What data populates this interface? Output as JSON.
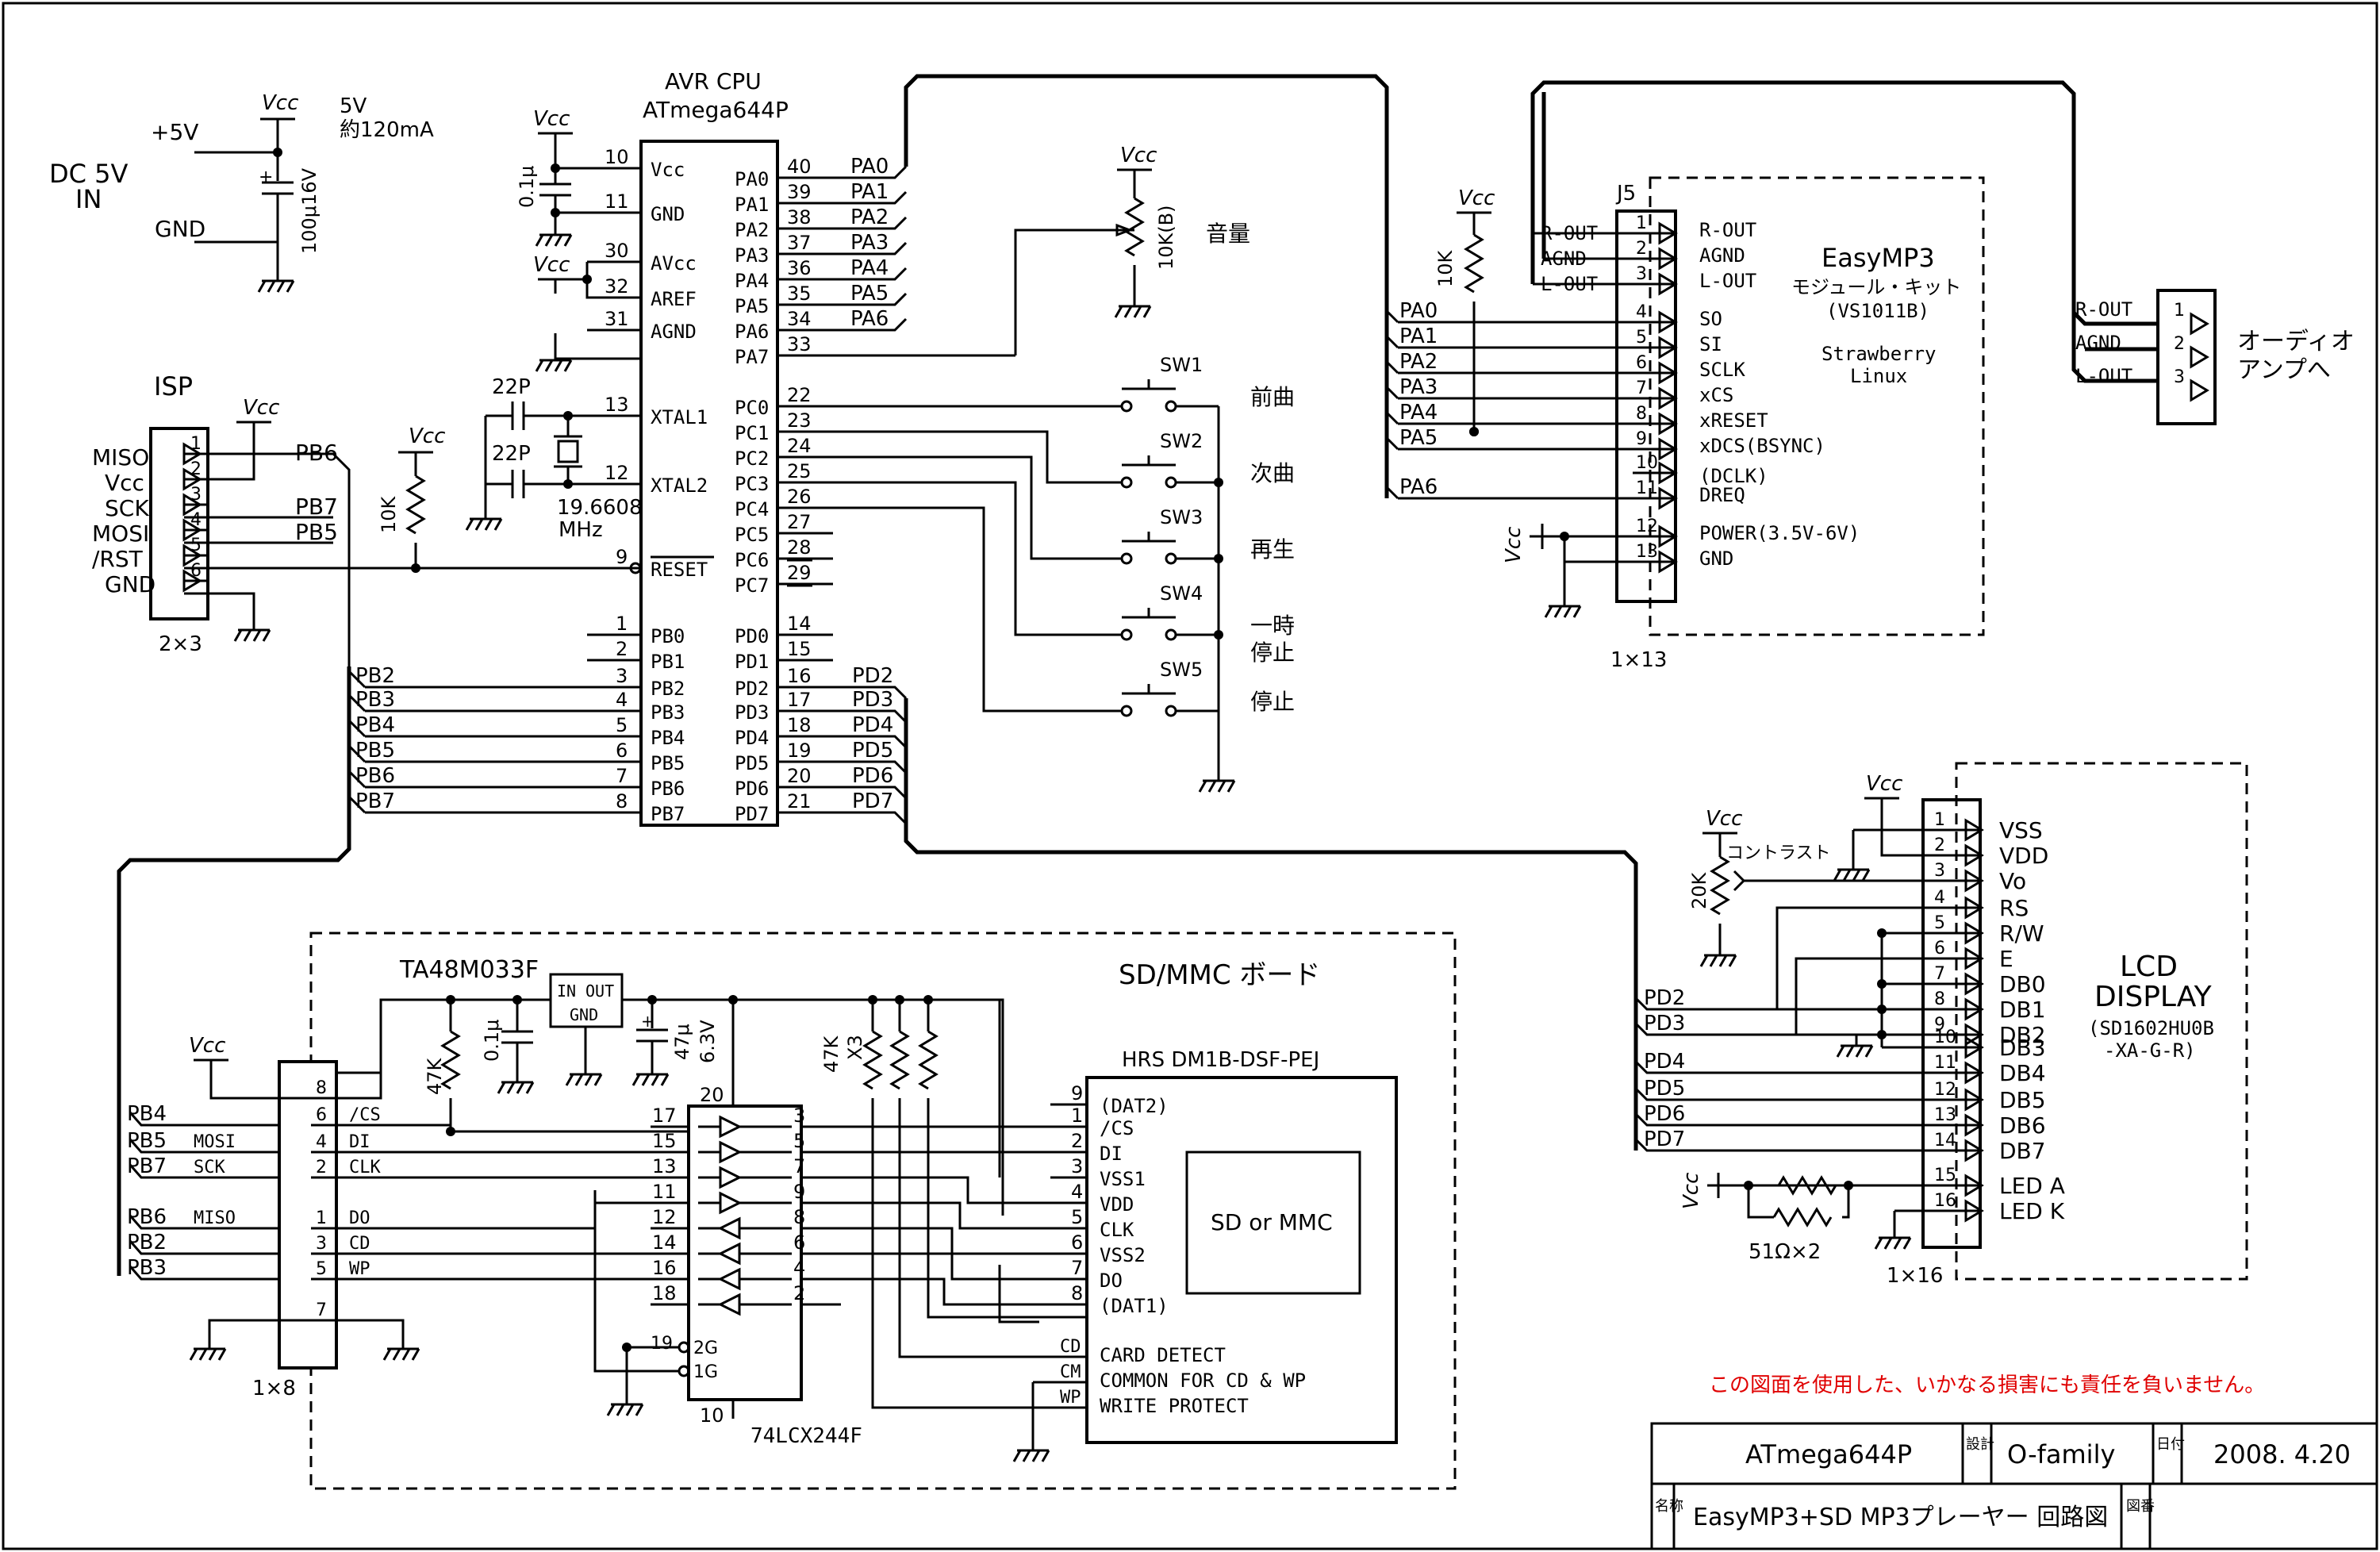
{
  "power": {
    "vcc": "Vcc",
    "plus5v": "+5V",
    "gnd": "GND",
    "dc": "DC 5V",
    "dc_in": "IN",
    "spec_5v": "5V",
    "spec_ma": "約120mA",
    "cap": "100μ16V"
  },
  "cpu": {
    "title": "AVR CPU",
    "part": "ATmega644P",
    "left_pins": [
      {
        "num": "10",
        "name": "Vcc"
      },
      {
        "num": "11",
        "name": "GND"
      },
      {
        "num": "30",
        "name": "AVcc"
      },
      {
        "num": "32",
        "name": "AREF"
      },
      {
        "num": "31",
        "name": "AGND"
      },
      {
        "num": "13",
        "name": "XTAL1"
      },
      {
        "num": "12",
        "name": "XTAL2"
      },
      {
        "num": "9",
        "name": "RESET"
      },
      {
        "num": "1",
        "name": "PB0"
      },
      {
        "num": "2",
        "name": "PB1"
      },
      {
        "num": "3",
        "name": "PB2"
      },
      {
        "num": "4",
        "name": "PB3"
      },
      {
        "num": "5",
        "name": "PB4"
      },
      {
        "num": "6",
        "name": "PB5"
      },
      {
        "num": "7",
        "name": "PB6"
      },
      {
        "num": "8",
        "name": "PB7"
      }
    ],
    "right_pins": [
      {
        "num": "40",
        "name": "PA0"
      },
      {
        "num": "39",
        "name": "PA1"
      },
      {
        "num": "38",
        "name": "PA2"
      },
      {
        "num": "37",
        "name": "PA3"
      },
      {
        "num": "36",
        "name": "PA4"
      },
      {
        "num": "35",
        "name": "PA5"
      },
      {
        "num": "34",
        "name": "PA6"
      },
      {
        "num": "33",
        "name": "PA7"
      },
      {
        "num": "22",
        "name": "PC0"
      },
      {
        "num": "23",
        "name": "PC1"
      },
      {
        "num": "24",
        "name": "PC2"
      },
      {
        "num": "25",
        "name": "PC3"
      },
      {
        "num": "26",
        "name": "PC4"
      },
      {
        "num": "27",
        "name": "PC5"
      },
      {
        "num": "28",
        "name": "PC6"
      },
      {
        "num": "29",
        "name": "PC7"
      },
      {
        "num": "14",
        "name": "PD0"
      },
      {
        "num": "15",
        "name": "PD1"
      },
      {
        "num": "16",
        "name": "PD2"
      },
      {
        "num": "17",
        "name": "PD3"
      },
      {
        "num": "18",
        "name": "PD4"
      },
      {
        "num": "19",
        "name": "PD5"
      },
      {
        "num": "20",
        "name": "PD6"
      },
      {
        "num": "21",
        "name": "PD7"
      }
    ],
    "pa_nets": [
      "PA0",
      "PA1",
      "PA2",
      "PA3",
      "PA4",
      "PA5",
      "PA6"
    ],
    "pd_nets": [
      "PD2",
      "PD3",
      "PD4",
      "PD5",
      "PD6",
      "PD7"
    ],
    "pb_nets": [
      "PB2",
      "PB3",
      "PB4",
      "PB5",
      "PB6",
      "PB7"
    ],
    "cap_decoup": "0.1μ",
    "xtal_cap": "22P",
    "xtal_freq": "19.6608",
    "xtal_unit": "MHz",
    "reset_res": "10K"
  },
  "isp": {
    "title": "ISP",
    "size": "2×3",
    "labels": [
      "MISO",
      "Vcc",
      "SCK",
      "MOSI",
      "/RST",
      "GND"
    ],
    "pins": [
      "1",
      "2",
      "3",
      "4",
      "5",
      "6"
    ],
    "nets": [
      "PB6",
      "PB7",
      "PB5"
    ]
  },
  "volume": {
    "res": "10K(B)",
    "label": "音量"
  },
  "switches": [
    {
      "name": "SW1",
      "label": "前曲"
    },
    {
      "name": "SW2",
      "label": "次曲"
    },
    {
      "name": "SW3",
      "label": "再生"
    },
    {
      "name": "SW4",
      "label": "一時",
      "label2": "停止"
    },
    {
      "name": "SW5",
      "label": "停止"
    }
  ],
  "easymp3": {
    "conn": "J5",
    "size": "1×13",
    "title": "EasyMP3",
    "sub": "モジュール・キット",
    "chip": "(VS1011B)",
    "note1": "Strawberry",
    "note2": "Linux",
    "pin_res": "10K",
    "pins": [
      "1",
      "2",
      "3",
      "4",
      "5",
      "6",
      "7",
      "8",
      "9",
      "10",
      "11",
      "12",
      "13"
    ],
    "signals": [
      "R-OUT",
      "AGND",
      "L-OUT",
      "SO",
      "SI",
      "SCLK",
      "xCS",
      "xRESET",
      "xDCS(BSYNC)",
      "(DCLK)",
      "DREQ",
      "POWER(3.5V-6V)",
      "GND"
    ],
    "left_labels": [
      "R-OUT",
      "AGND",
      "L-OUT"
    ],
    "nets": [
      "PA0",
      "PA1",
      "PA2",
      "PA3",
      "PA4",
      "PA5",
      "PA6"
    ]
  },
  "audio": {
    "labels": [
      "R-OUT",
      "AGND",
      "L-OUT"
    ],
    "pins": [
      "1",
      "2",
      "3"
    ],
    "dest1": "オーディオ",
    "dest2": "アンプへ"
  },
  "lcd": {
    "size": "1×16",
    "title": "LCD",
    "title2": "DISPLAY",
    "model1": "(SD1602HU0B",
    "model2": "-XA-G-R)",
    "contrast": "コントラスト",
    "pot": "20K",
    "led_res": "51Ω×2",
    "pins": [
      "1",
      "2",
      "3",
      "4",
      "5",
      "6",
      "7",
      "8",
      "9",
      "10",
      "11",
      "12",
      "13",
      "14",
      "15",
      "16"
    ],
    "signals": [
      "VSS",
      "VDD",
      "Vo",
      "RS",
      "R/W",
      "E",
      "DB0",
      "DB1",
      "DB2",
      "DB3",
      "DB4",
      "DB5",
      "DB6",
      "DB7",
      "LED A",
      "LED K"
    ],
    "nets": [
      "PD2",
      "PD3",
      "PD4",
      "PD5",
      "PD6",
      "PD7"
    ]
  },
  "sd": {
    "board": "SD/MMC ボード",
    "reg": "TA48M033F",
    "reg_in": "IN",
    "reg_out": "OUT",
    "reg_gnd": "GND",
    "cap1": "0.1μ",
    "cap2": "47μ",
    "cap2v": "6.3V",
    "res1": "47K",
    "res_arr": "47K",
    "res_x3": "X3",
    "conn_size": "1×8",
    "conn_pins": [
      "8",
      "6",
      "4",
      "2",
      "1",
      "3",
      "5",
      "7"
    ],
    "conn_sig": [
      "/CS",
      "DI",
      "CLK",
      "DO",
      "CD",
      "WP"
    ],
    "conn_side": [
      "MOSI",
      "SCK",
      "MISO"
    ],
    "nets": [
      "PB4",
      "PB5",
      "PB7",
      "PB6",
      "PB2",
      "PB3"
    ],
    "buf": "74LCX244F",
    "buf_vcc": "20",
    "buf_gnd": "10",
    "buf_in": [
      "17",
      "15",
      "13",
      "11",
      "12",
      "14",
      "16",
      "18"
    ],
    "buf_out": [
      "3",
      "5",
      "7",
      "9",
      "8",
      "6",
      "4",
      "2"
    ],
    "buf_en": [
      "19",
      "2G",
      "1G"
    ],
    "socket": "HRS DM1B-DSF-PEJ",
    "card": "SD or MMC",
    "socket_pins": [
      "9",
      "1",
      "2",
      "3",
      "4",
      "5",
      "6",
      "7",
      "8"
    ],
    "socket_sig": [
      "(DAT2)",
      "/CS",
      "DI",
      "VSS1",
      "VDD",
      "CLK",
      "VSS2",
      "DO",
      "(DAT1)"
    ],
    "cd": [
      "CD",
      "CM",
      "WP"
    ],
    "cd_desc": [
      "CARD DETECT",
      "COMMON FOR CD & WP",
      "WRITE PROTECT"
    ]
  },
  "titleblock": {
    "part": "ATmega644P",
    "design_l": "設計",
    "designer": "O-family",
    "date_l": "日付",
    "date": "2008. 4.20",
    "name_l": "名称",
    "name": "EasyMP3+SD MP3プレーヤー 回路図",
    "num_l": "図番",
    "disclaimer": "この図面を使用した、いかなる損害にも責任を負いません。"
  }
}
